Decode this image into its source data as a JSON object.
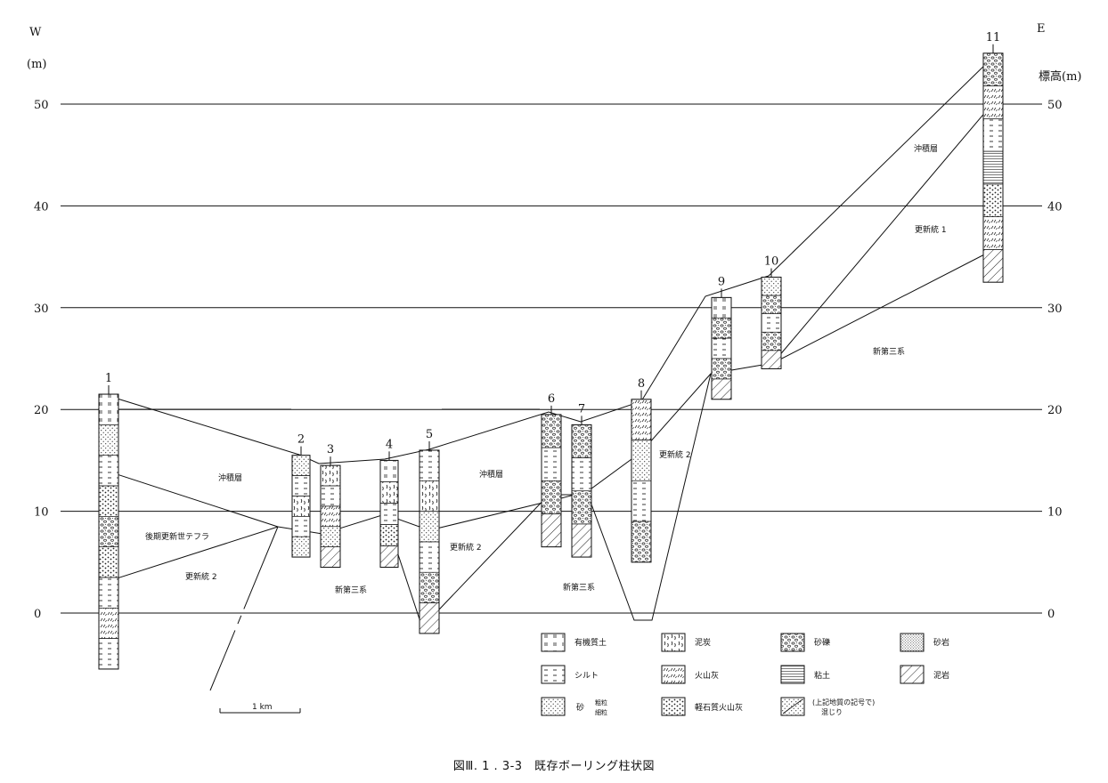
{
  "figure": {
    "caption": "図Ⅲ. 1 . 3-3　既存ボーリング柱状図",
    "west_label": "W",
    "east_label": "E",
    "unit_left": "(m)",
    "unit_right": "標高(m)",
    "elevation_ticks": [
      "50",
      "40",
      "30",
      "20",
      "10",
      "0"
    ],
    "scale_bar_label": "1 km"
  },
  "boreholes": [
    {
      "id": "1",
      "top_m": 21.5,
      "bottom_m": -5.5
    },
    {
      "id": "2",
      "top_m": 15.5,
      "bottom_m": 5.5
    },
    {
      "id": "3",
      "top_m": 14.5,
      "bottom_m": 4.5
    },
    {
      "id": "4",
      "top_m": 15.0,
      "bottom_m": 4.5
    },
    {
      "id": "5",
      "top_m": 16.0,
      "bottom_m": -2.0
    },
    {
      "id": "6",
      "top_m": 19.5,
      "bottom_m": 6.5
    },
    {
      "id": "7",
      "top_m": 18.5,
      "bottom_m": 5.5
    },
    {
      "id": "8",
      "top_m": 21.0,
      "bottom_m": 5.0
    },
    {
      "id": "9",
      "top_m": 31.0,
      "bottom_m": 21.0
    },
    {
      "id": "10",
      "top_m": 33.0,
      "bottom_m": 24.0
    },
    {
      "id": "11",
      "top_m": 55.0,
      "bottom_m": 32.5
    }
  ],
  "unit_labels": {
    "alluvium_1": "沖積層",
    "alluvium_2": "沖積層",
    "alluvium_3": "沖積層",
    "tephra": "後期更新世テフラ",
    "pleisto2_a": "更新統 2",
    "pleisto2_b": "更新統 2",
    "pleisto2_c": "更新統 2",
    "pleisto1": "更新統 1",
    "neogene_a": "新第三系",
    "neogene_b": "新第三系",
    "neogene_c": "新第三系"
  },
  "legend": {
    "organic_soil": "有機質土",
    "peat": "泥炭",
    "gravel": "砂礫",
    "sandstone": "砂岩",
    "silt": "シルト",
    "volcanic_ash": "火山灰",
    "clay": "粘土",
    "mudstone": "泥岩",
    "sand": "砂",
    "sand_coarse": "粗粒",
    "sand_fine": "細粒",
    "pumice_ash": "軽石質火山灰",
    "mixed_note_1": "(上記地質の記号で)",
    "mixed_note_2": "混じり"
  }
}
